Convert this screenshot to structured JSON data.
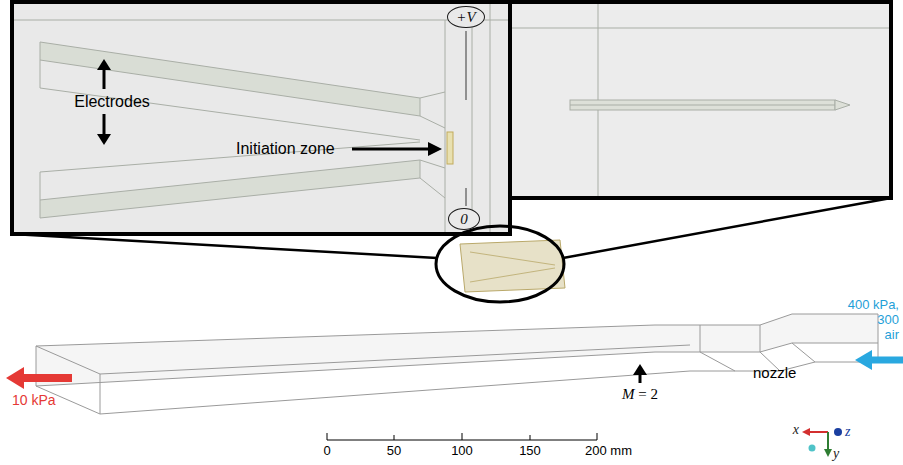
{
  "diagram": {
    "nodes": [
      {
        "text": [
          "+V"
        ]
      },
      {
        "text": [
          "0"
        ]
      }
    ],
    "labels": [
      "Electrodes",
      "Initiation zone",
      "400 kPa,",
      "300",
      "air",
      "10 kPa",
      "nozzle",
      "M = 2",
      "0",
      "50",
      "100",
      "150",
      "200 mm",
      "x",
      "z",
      "y"
    ]
  }
}
